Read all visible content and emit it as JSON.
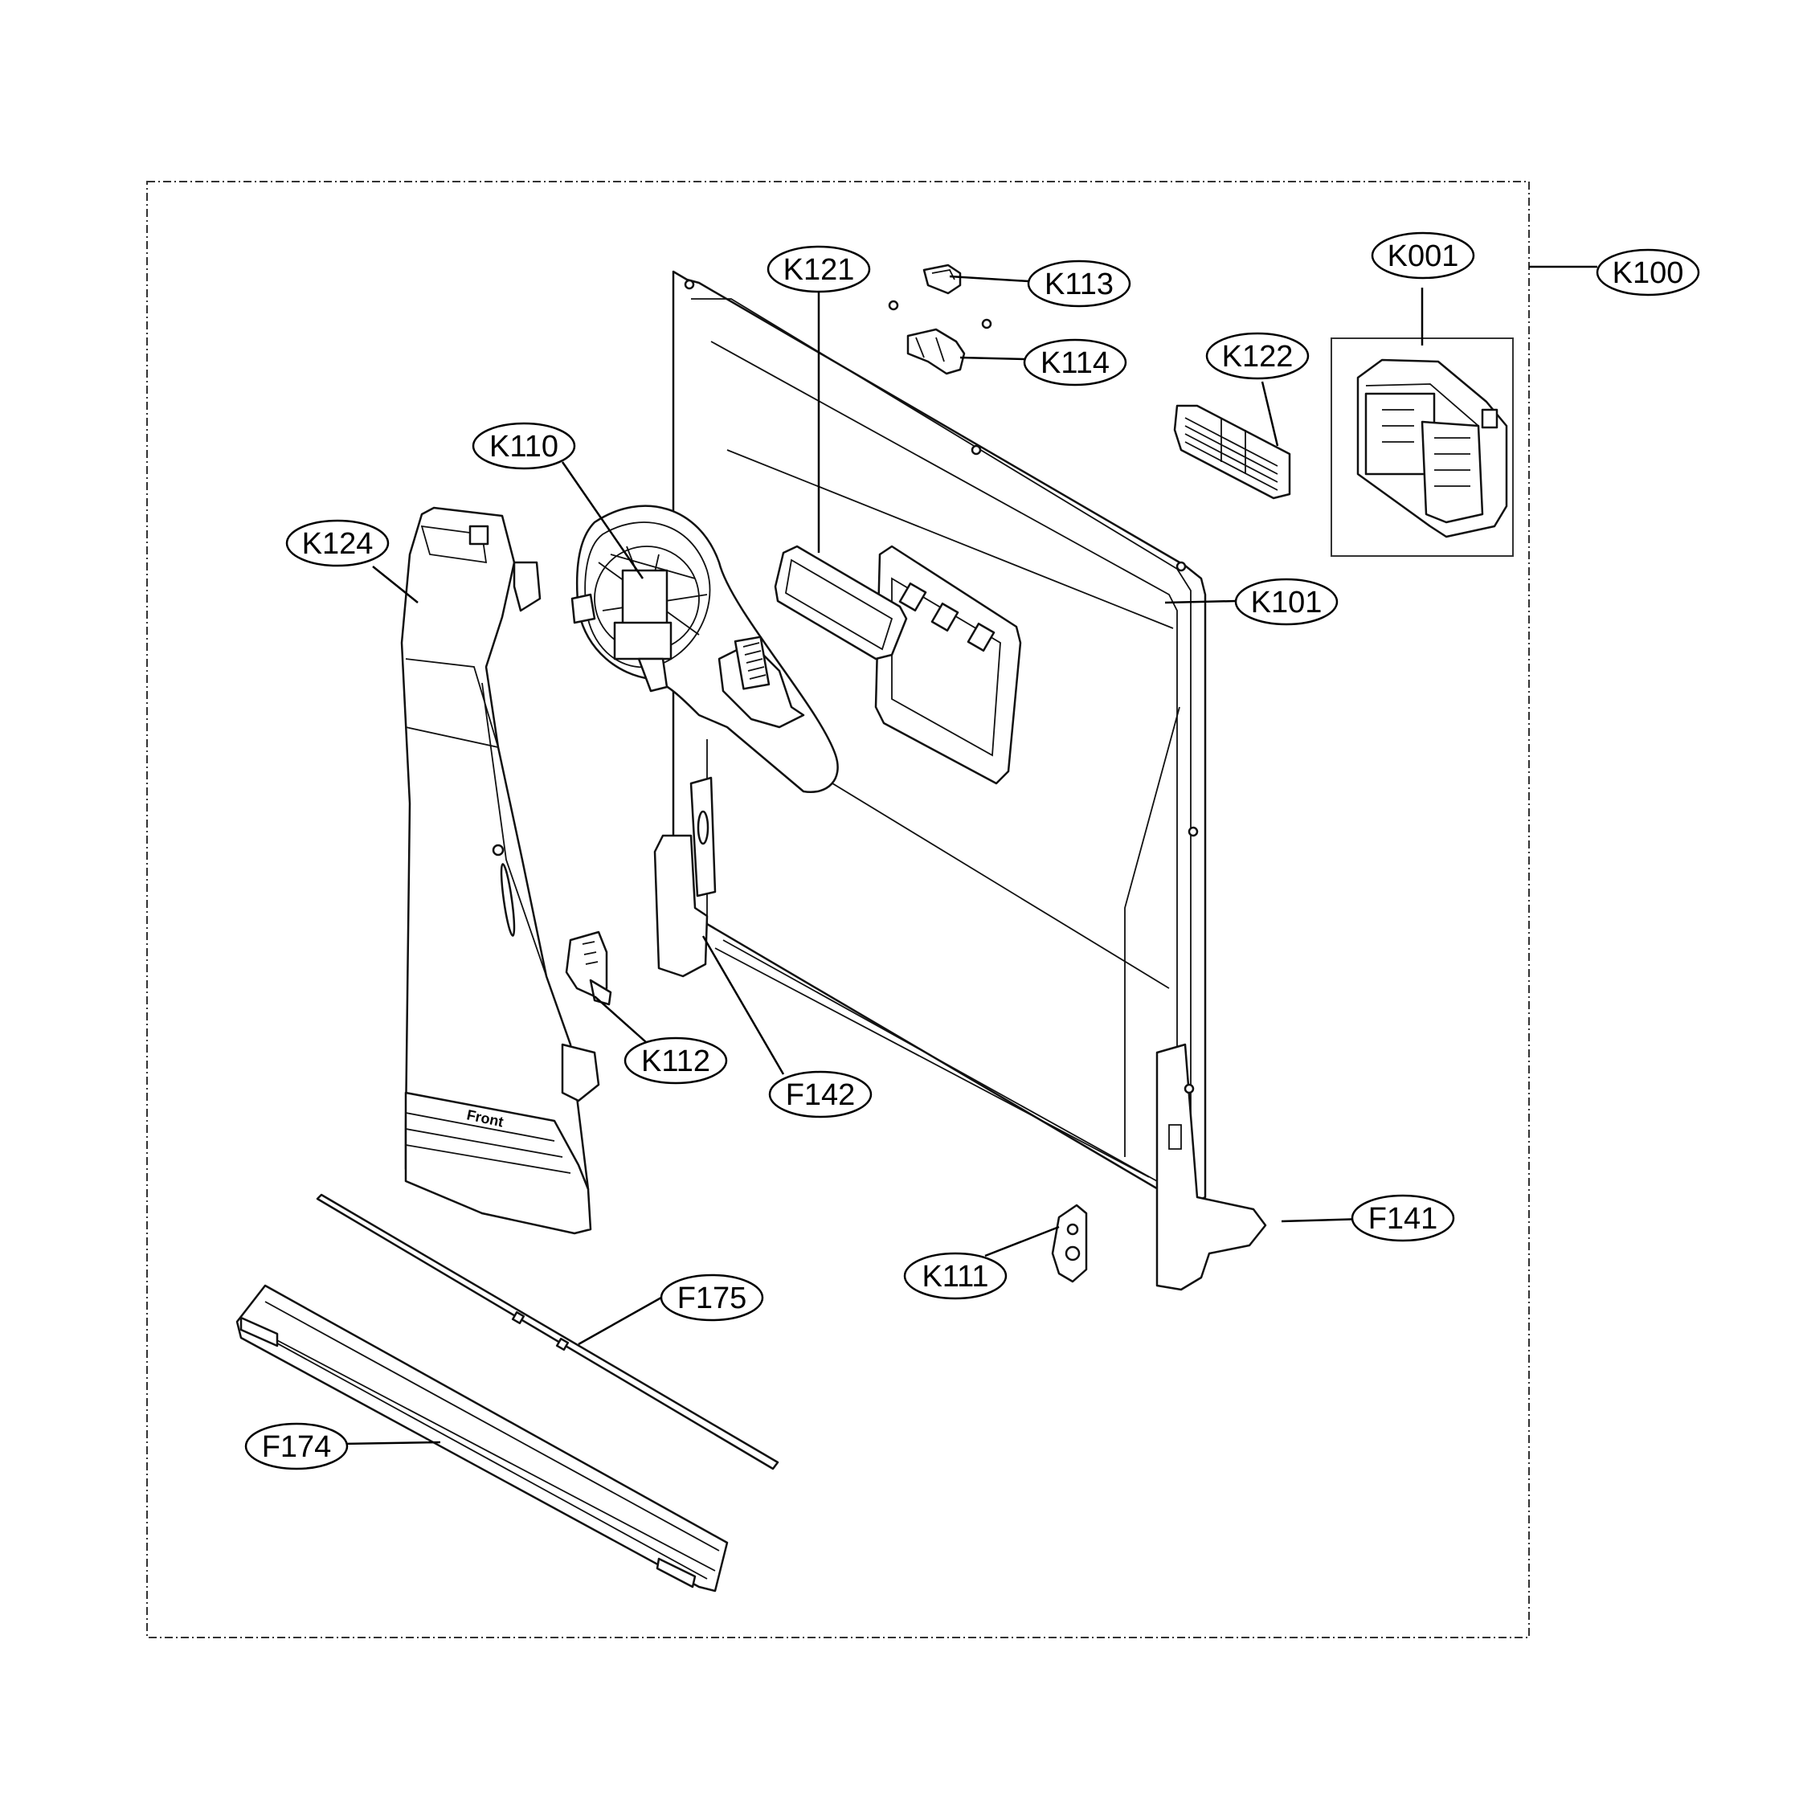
{
  "diagram": {
    "callouts": {
      "K100": "K100",
      "K001": "K001",
      "K113": "K113",
      "K114": "K114",
      "K121": "K121",
      "K122": "K122",
      "K110": "K110",
      "K124": "K124",
      "K101": "K101",
      "K112": "K112",
      "F142": "F142",
      "F141": "F141",
      "K111": "K111",
      "F175": "F175",
      "F174": "F174"
    },
    "part_marking": "Front"
  }
}
